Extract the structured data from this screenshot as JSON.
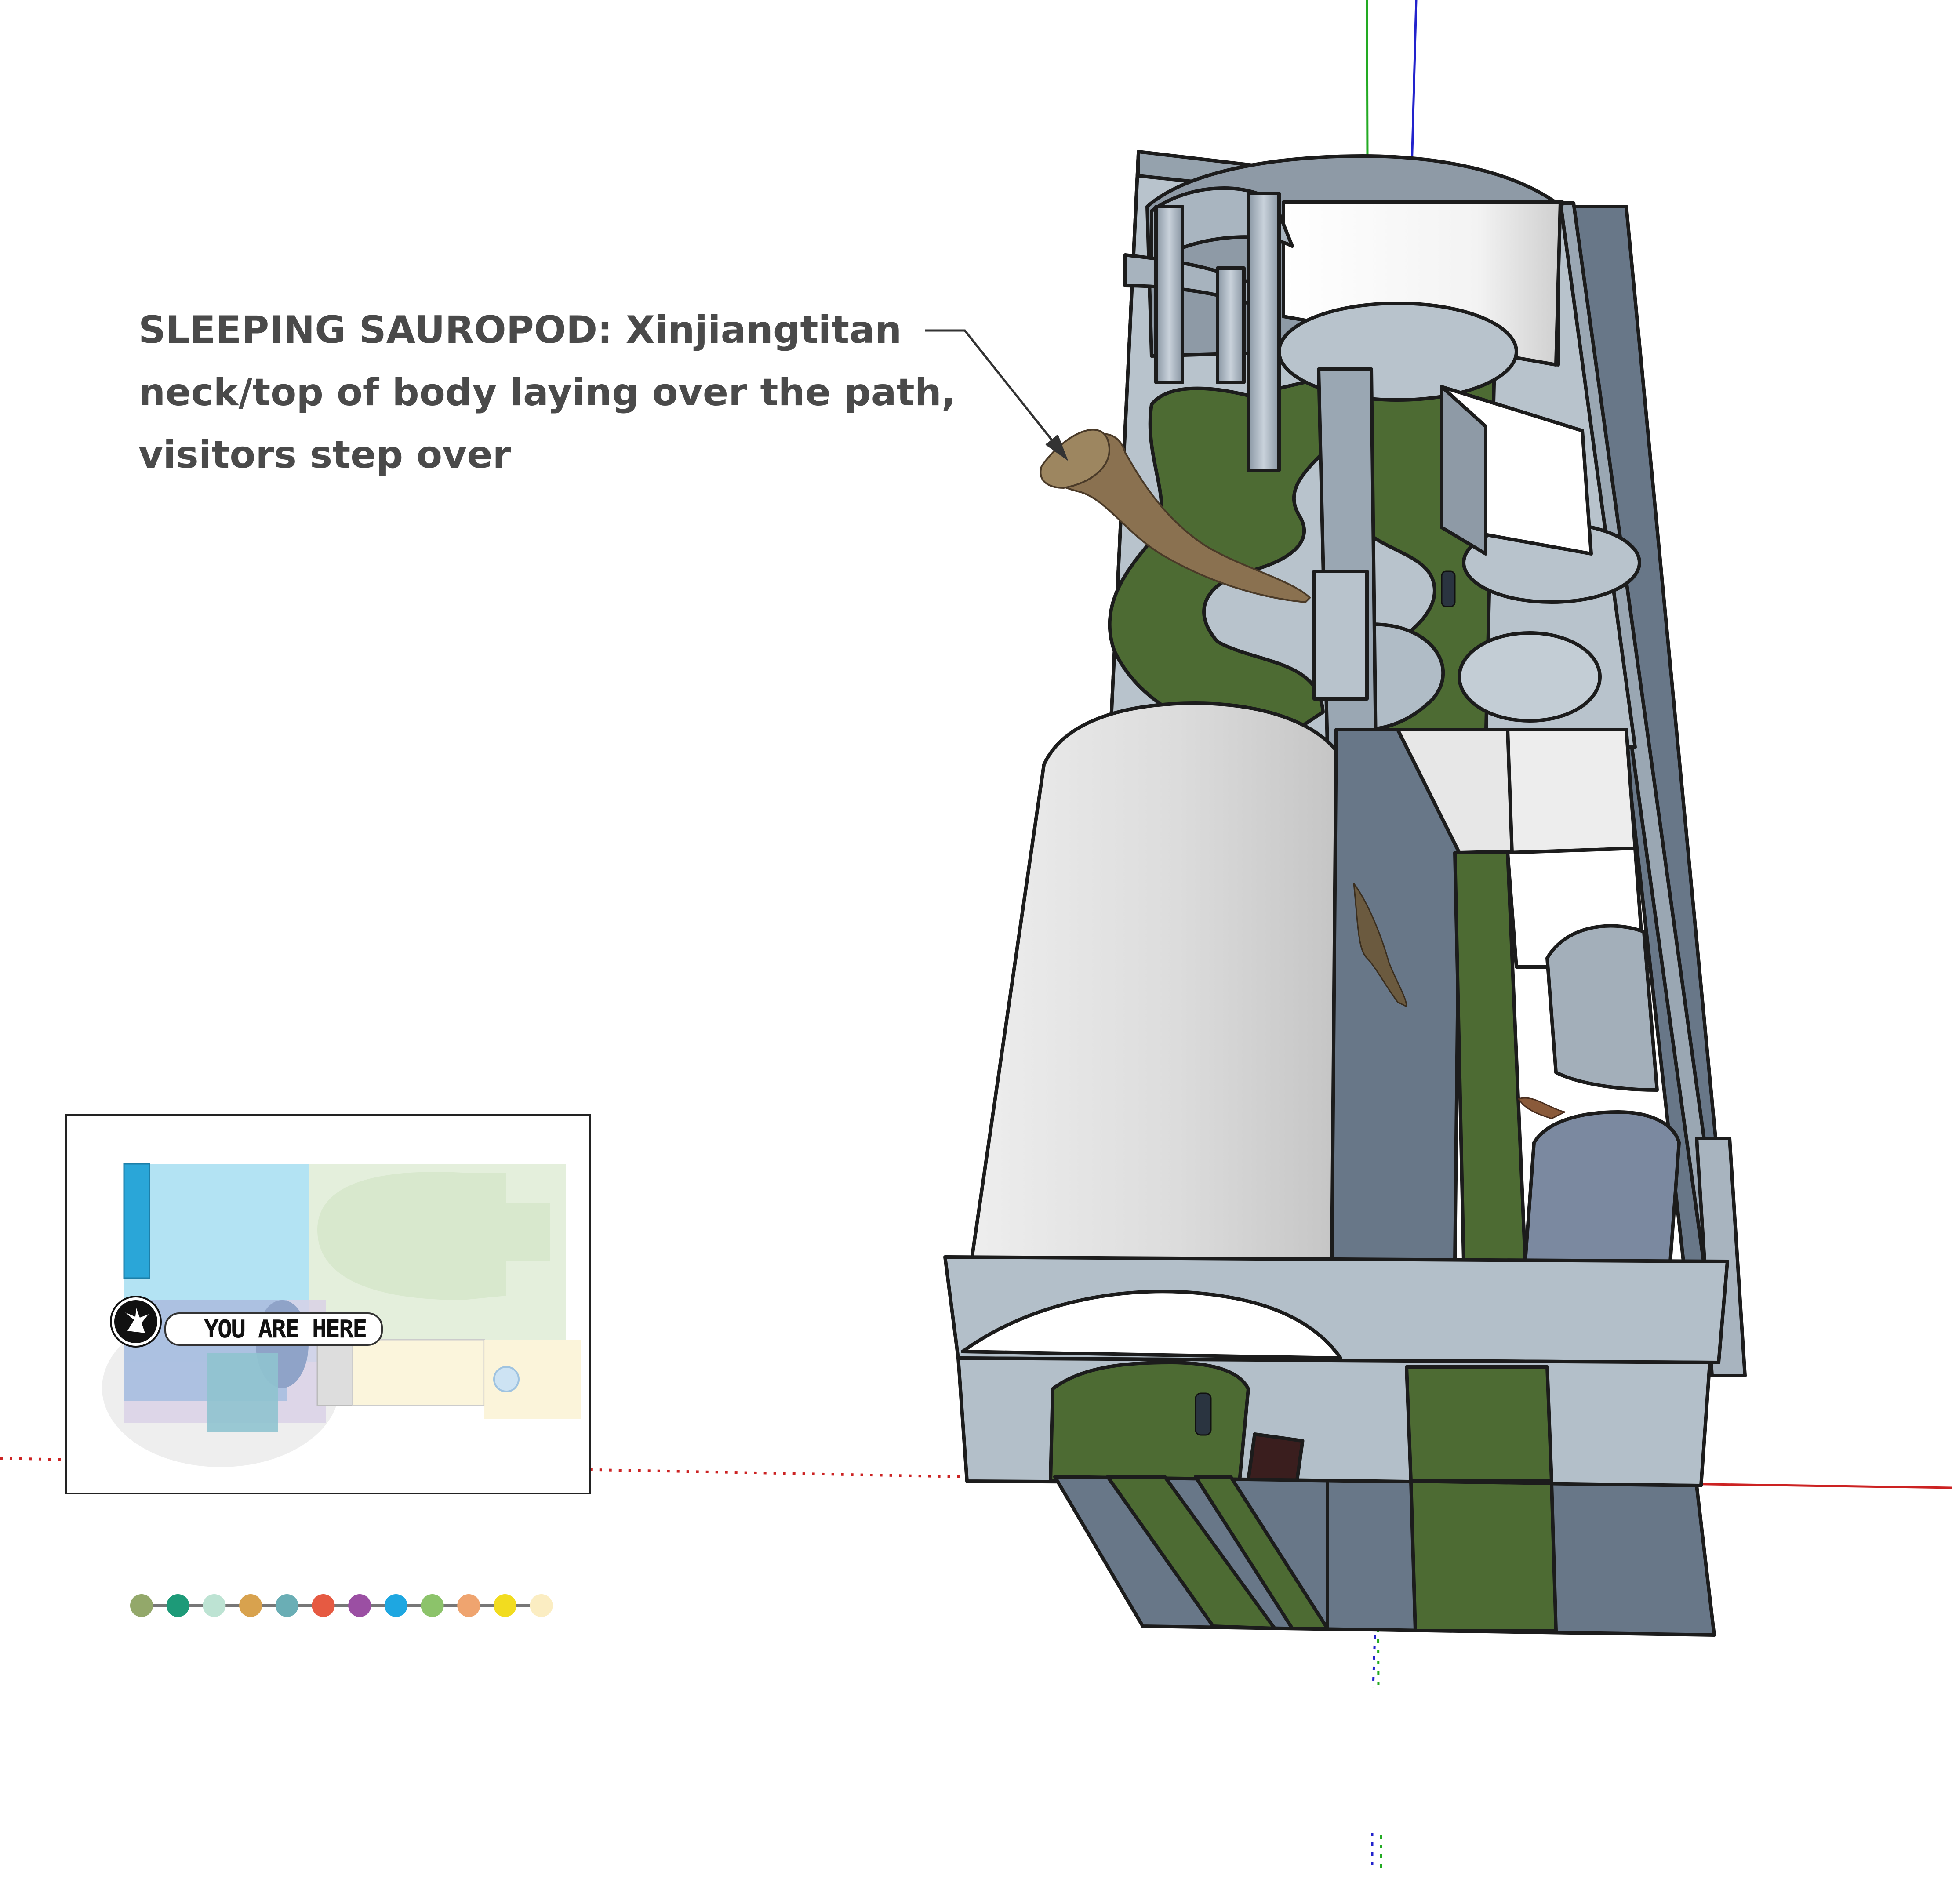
{
  "annotation": {
    "lines": [
      "SLEEPING SAUROPOD: Xinjiangtitan",
      "neck/top of body laying over the path,",
      "visitors step over"
    ]
  },
  "minimap": {
    "label": "YOU ARE HERE",
    "marker_icon": "dinosaur-footprint-icon"
  },
  "palette": [
    "#93a86a",
    "#1d9a78",
    "#bde3d3",
    "#d8a24e",
    "#6aaeb5",
    "#e65a42",
    "#9b4fa3",
    "#1ea7e1",
    "#8cc36a",
    "#efa46f",
    "#f2dc1f",
    "#fbedc2"
  ],
  "axes": {
    "red": "#cc2222",
    "green": "#22aa22",
    "blue": "#2222cc"
  },
  "colors": {
    "text": "#4a4a4a",
    "path_green": "#4d6b33",
    "wall_light": "#b3bfc9",
    "wall_mid": "#8e9aa6",
    "wall_dark": "#687788",
    "dome": "#dedede"
  }
}
